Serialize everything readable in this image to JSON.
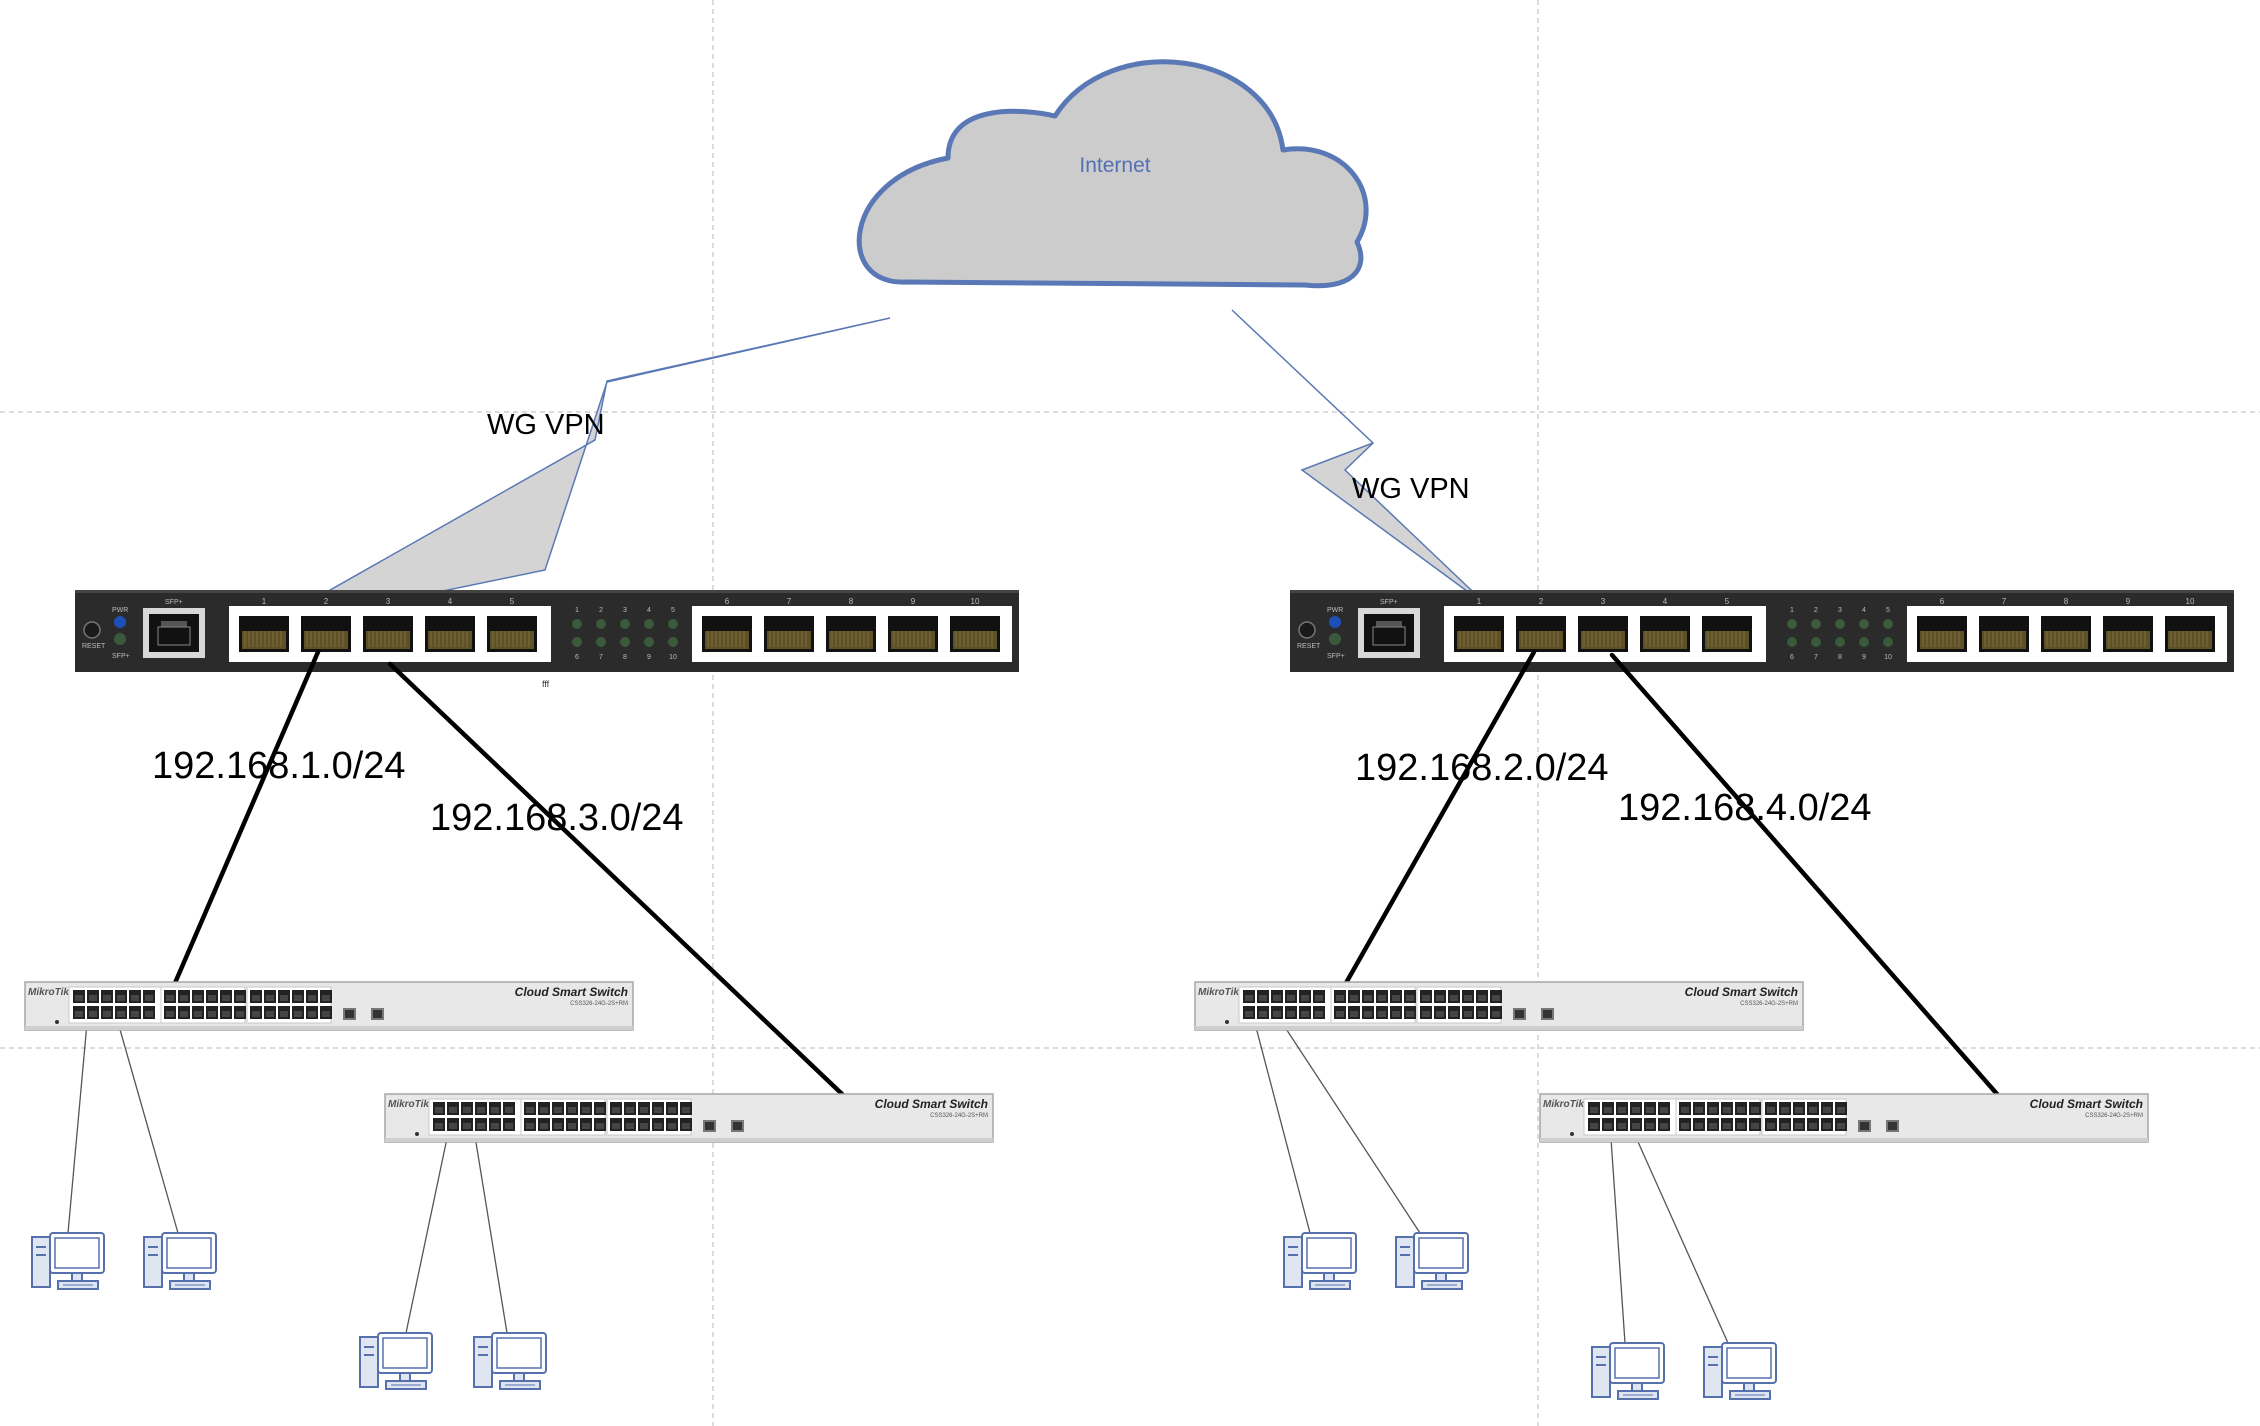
{
  "cloud": {
    "label": "Internet"
  },
  "vpn_links": [
    {
      "label": "WG VPN"
    },
    {
      "label": "WG VPN"
    }
  ],
  "subnets": [
    {
      "label": "192.168.1.0/24"
    },
    {
      "label": "192.168.3.0/24"
    },
    {
      "label": "192.168.2.0/24"
    },
    {
      "label": "192.168.4.0/24"
    }
  ],
  "router": {
    "pwr_label": "PWR",
    "sfp_label": "SFP+",
    "reset_label": "RESET",
    "port_numbers_left": [
      "1",
      "2",
      "3",
      "4",
      "5"
    ],
    "port_numbers_right": [
      "6",
      "7",
      "8",
      "9",
      "10"
    ],
    "led_numbers_top": [
      "1",
      "2",
      "3",
      "4",
      "5"
    ],
    "led_numbers_bottom": [
      "6",
      "7",
      "8",
      "9",
      "10"
    ],
    "stray_text": "fff"
  },
  "switch": {
    "brand": "MikroTik",
    "title": "Cloud Smart Switch",
    "model": "CSS326-24G-2S+RM"
  },
  "colors": {
    "cloud_fill": "#cccccc",
    "cloud_stroke": "#5a78b5",
    "bolt_fill": "#d4d4d4",
    "bolt_stroke": "#5a78b5",
    "router_body": "#2b2b2b",
    "switch_body": "#e8e8e8",
    "pc_stroke": "#5570ad",
    "pc_fill": "#dfe6f2"
  }
}
